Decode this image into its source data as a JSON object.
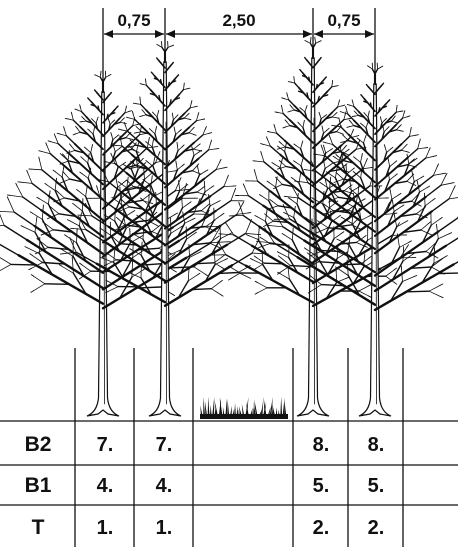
{
  "dimensions": {
    "left_gap": "0,75",
    "center_gap": "2,50",
    "right_gap": "0,75"
  },
  "table": {
    "rows": [
      {
        "label": "B2",
        "cells": [
          "7.",
          "7.",
          "",
          "8.",
          "8."
        ]
      },
      {
        "label": "B1",
        "cells": [
          "4.",
          "4.",
          "",
          "5.",
          "5."
        ]
      },
      {
        "label": "T",
        "cells": [
          "1.",
          "1.",
          "",
          "2.",
          "2."
        ]
      }
    ]
  },
  "colors": {
    "ink": "#111111",
    "background": "#ffffff"
  },
  "icons": [
    "tree-icon",
    "grass-icon",
    "dimension-arrow-icon"
  ]
}
